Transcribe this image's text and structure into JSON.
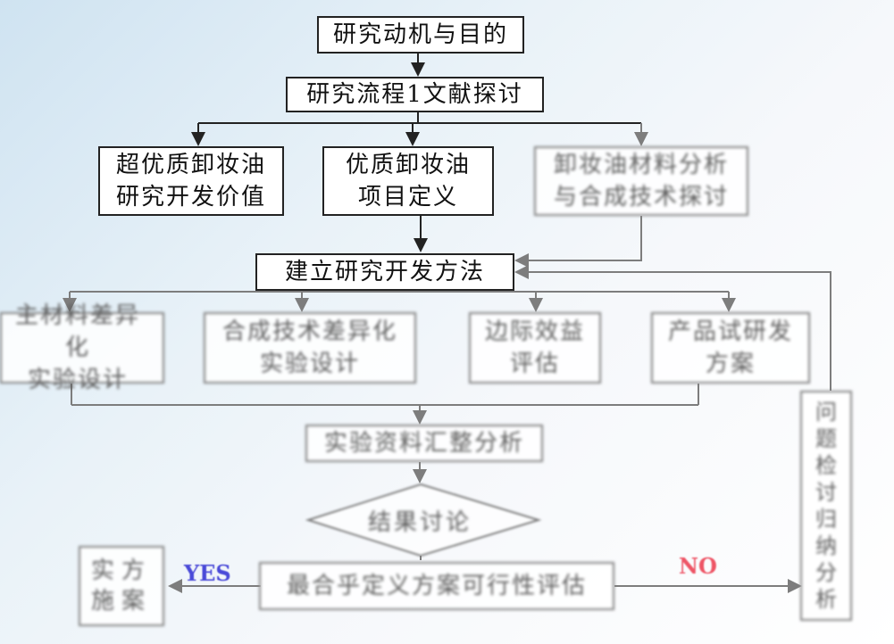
{
  "colors": {
    "line_dark": "#222222",
    "line_faded": "#7d7d7d",
    "yes": "#4a4ad8",
    "no": "#ee5566"
  },
  "nodes": {
    "motivation": "研究动机与目的",
    "literature": "研究流程1文献探讨",
    "value": "超优质卸妆油\n研究开发价值",
    "definition": "优质卸妆油\n项目定义",
    "materials_analysis": "卸妆油材料分析\n与合成技术探讨",
    "method": "建立研究开发方法",
    "material_design": "主材料差异化\n实验设计",
    "synthesis_design": "合成技术差异化\n实验设计",
    "marginal_benefit": "边际效益\n评估",
    "product_trial": "产品试研发\n方案",
    "data_analysis": "实验资料汇整分析",
    "discussion": "结果讨论",
    "feasibility": "最合乎定义方案可行性评估",
    "implement": "实方\n施案",
    "review": [
      "问",
      "题",
      "检",
      "讨",
      "归",
      "纳",
      "分",
      "析"
    ]
  },
  "labels": {
    "yes": "YES",
    "no": "NO"
  }
}
